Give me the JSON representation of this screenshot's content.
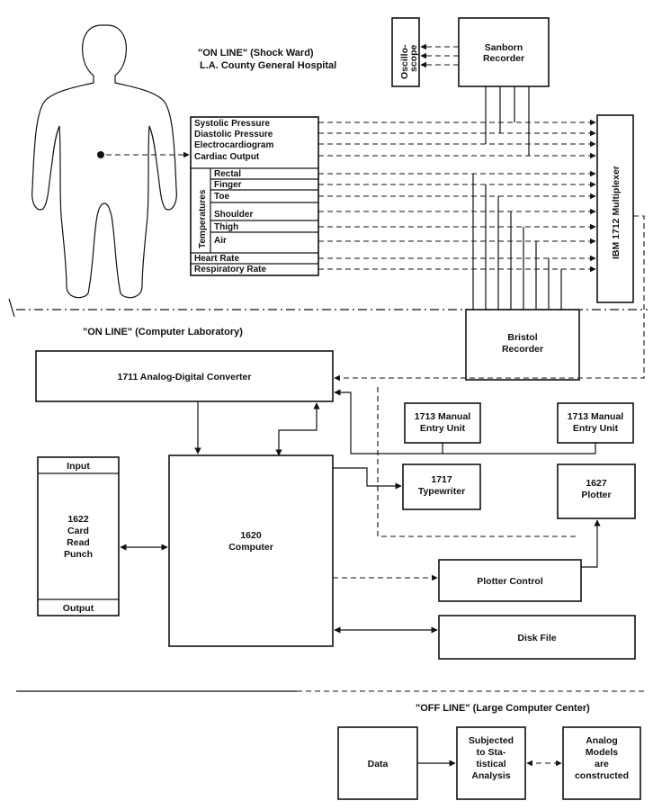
{
  "hospital": {
    "title": "\"ON LINE\" (Shock Ward)",
    "subtitle": "L.A. County General Hospital"
  },
  "signals": {
    "items": [
      "Systolic Pressure",
      "Diastolic Pressure",
      "Electrocardiogram",
      "Cardiac Output"
    ],
    "temperatures_label": "Temperatures",
    "temperatures": [
      "Rectal",
      "Finger",
      "Toe",
      "Shoulder",
      "Thigh",
      "Air"
    ],
    "rates": [
      "Heart Rate",
      "Respiratory Rate"
    ]
  },
  "devices": {
    "oscilloscope": [
      "Oscillo-",
      "scope"
    ],
    "sanborn": [
      "Sanborn",
      "Recorder"
    ],
    "multiplexer": "IBM 1712 Multiplexer",
    "bristol": [
      "Bristol",
      "Recorder"
    ]
  },
  "lab": {
    "title": "\"ON LINE\" (Computer Laboratory)",
    "adc": "1711 Analog-Digital Converter",
    "manual1": [
      "1713 Manual",
      "Entry Unit"
    ],
    "manual2": [
      "1713 Manual",
      "Entry Unit"
    ],
    "typewriter": [
      "1717",
      "Typewriter"
    ],
    "plotter": [
      "1627",
      "Plotter"
    ],
    "card_input": "Input",
    "card_main": [
      "1622",
      "Card",
      "Read",
      "Punch"
    ],
    "card_output": "Output",
    "computer": [
      "1620",
      "Computer"
    ],
    "plotter_control": "Plotter Control",
    "disk_file": "Disk File"
  },
  "offline": {
    "title": "\"OFF LINE\" (Large Computer Center)",
    "data": "Data",
    "stats": [
      "Subjected",
      "to Sta-",
      "tistical",
      "Analysis"
    ],
    "models": [
      "Analog",
      "Models",
      "are",
      "constructed"
    ]
  }
}
